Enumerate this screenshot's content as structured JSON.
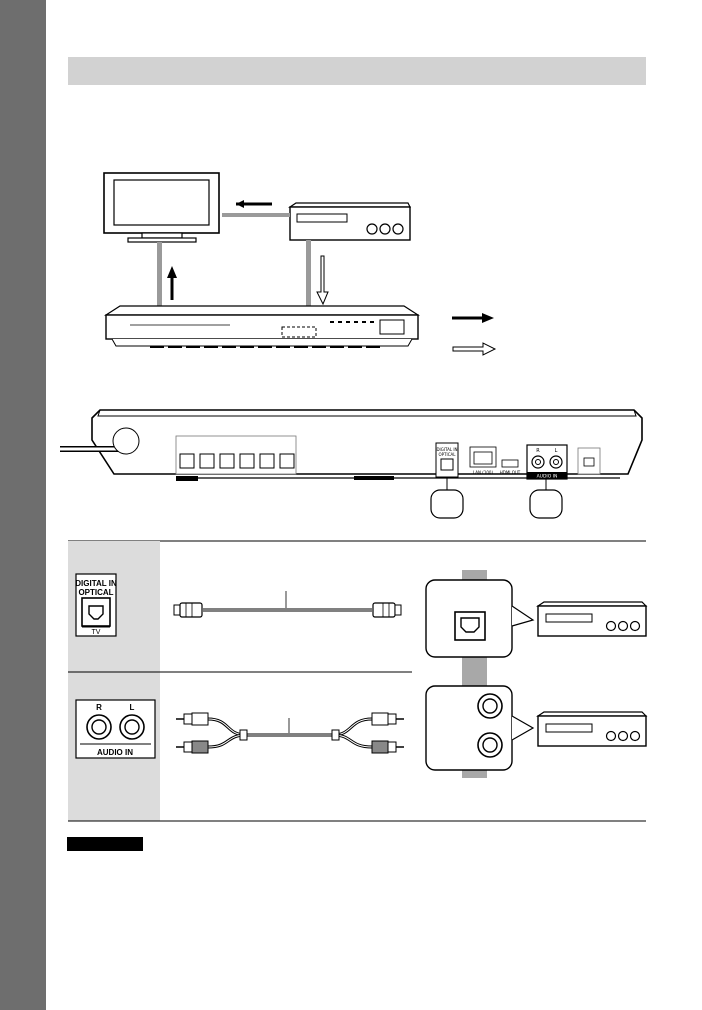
{
  "heading": "",
  "rear_panel": {
    "digital_in": [
      "DIGITAL IN",
      "OPTICAL"
    ],
    "audio_in": "AUDIO IN",
    "lan": "LAN (100)",
    "hdmi": "HDMI OUT",
    "audio_rl": [
      "R",
      "L"
    ]
  },
  "connection_table": {
    "row1": {
      "jack_lines": [
        "DIGITAL IN",
        "OPTICAL"
      ],
      "jack_footer": "TV"
    },
    "row2": {
      "jack_lines": [
        "R",
        "L"
      ],
      "jack_footer": "AUDIO IN"
    }
  },
  "note_label": ""
}
